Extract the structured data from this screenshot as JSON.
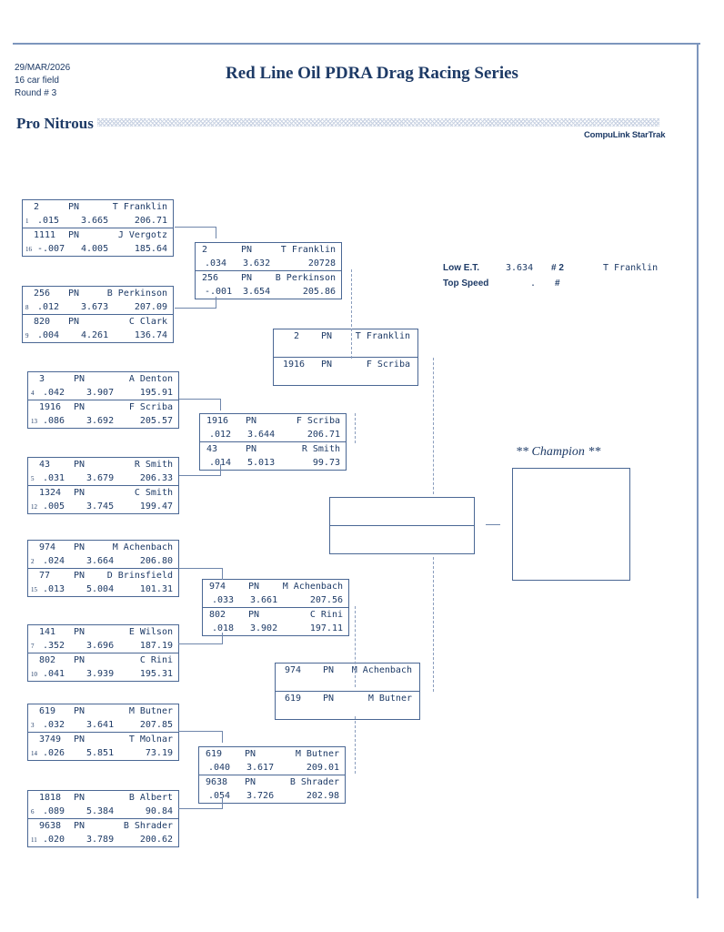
{
  "header": {
    "date": "29/MAR/2026",
    "field": "16 car field",
    "round": "Round # 3",
    "title": "Red Line Oil PDRA Drag Racing Series",
    "class_name": "Pro Nitrous",
    "brand": "CompuLink StarTrak"
  },
  "stats": {
    "low_et_label": "Low  E.T.",
    "low_et_value": "3.634",
    "low_et_car": "# 2",
    "low_et_driver": "T Franklin",
    "top_speed_label": "Top Speed",
    "top_speed_value": ".",
    "top_speed_car": "#"
  },
  "champion": {
    "label": "** Champion **",
    "name": ""
  },
  "round1": [
    {
      "top": {
        "seed": "1",
        "car": "2",
        "cls": "PN",
        "driver": "T Franklin",
        "rt": ".015",
        "et": "3.665",
        "mph": "206.71"
      },
      "bot": {
        "seed": "16",
        "car": "1111",
        "cls": "PN",
        "driver": "J Vergotz",
        "rt": "-.007",
        "et": "4.005",
        "mph": "185.64"
      }
    },
    {
      "top": {
        "seed": "8",
        "car": "256",
        "cls": "PN",
        "driver": "B Perkinson",
        "rt": ".012",
        "et": "3.673",
        "mph": "207.09"
      },
      "bot": {
        "seed": "9",
        "car": "820",
        "cls": "PN",
        "driver": "C Clark",
        "rt": ".004",
        "et": "4.261",
        "mph": "136.74"
      }
    },
    {
      "top": {
        "seed": "4",
        "car": "3",
        "cls": "PN",
        "driver": "A Denton",
        "rt": ".042",
        "et": "3.907",
        "mph": "195.91"
      },
      "bot": {
        "seed": "13",
        "car": "1916",
        "cls": "PN",
        "driver": "F Scriba",
        "rt": ".086",
        "et": "3.692",
        "mph": "205.57"
      }
    },
    {
      "top": {
        "seed": "5",
        "car": "43",
        "cls": "PN",
        "driver": "R Smith",
        "rt": ".031",
        "et": "3.679",
        "mph": "206.33"
      },
      "bot": {
        "seed": "12",
        "car": "1324",
        "cls": "PN",
        "driver": "C Smith",
        "rt": ".005",
        "et": "3.745",
        "mph": "199.47"
      }
    },
    {
      "top": {
        "seed": "2",
        "car": "974",
        "cls": "PN",
        "driver": "M Achenbach",
        "rt": ".024",
        "et": "3.664",
        "mph": "206.80"
      },
      "bot": {
        "seed": "15",
        "car": "77",
        "cls": "PN",
        "driver": "D Brinsfield",
        "rt": ".013",
        "et": "5.004",
        "mph": "101.31"
      }
    },
    {
      "top": {
        "seed": "7",
        "car": "141",
        "cls": "PN",
        "driver": "E Wilson",
        "rt": ".352",
        "et": "3.696",
        "mph": "187.19"
      },
      "bot": {
        "seed": "10",
        "car": "802",
        "cls": "PN",
        "driver": "C Rini",
        "rt": ".041",
        "et": "3.939",
        "mph": "195.31"
      }
    },
    {
      "top": {
        "seed": "3",
        "car": "619",
        "cls": "PN",
        "driver": "M Butner",
        "rt": ".032",
        "et": "3.641",
        "mph": "207.85"
      },
      "bot": {
        "seed": "14",
        "car": "3749",
        "cls": "PN",
        "driver": "T Molnar",
        "rt": ".026",
        "et": "5.851",
        "mph": "73.19"
      }
    },
    {
      "top": {
        "seed": "6",
        "car": "1818",
        "cls": "PN",
        "driver": "B Albert",
        "rt": ".089",
        "et": "5.384",
        "mph": "90.84"
      },
      "bot": {
        "seed": "11",
        "car": "9638",
        "cls": "PN",
        "driver": "B Shrader",
        "rt": ".020",
        "et": "3.789",
        "mph": "200.62"
      }
    }
  ],
  "round2": [
    {
      "top": {
        "car": "2",
        "cls": "PN",
        "driver": "T Franklin",
        "rt": ".034",
        "et": "3.632",
        "mph": "20728"
      },
      "bot": {
        "car": "256",
        "cls": "PN",
        "driver": "B Perkinson",
        "rt": "-.001",
        "et": "3.654",
        "mph": "205.86"
      }
    },
    {
      "top": {
        "car": "1916",
        "cls": "PN",
        "driver": "F Scriba",
        "rt": ".012",
        "et": "3.644",
        "mph": "206.71"
      },
      "bot": {
        "car": "43",
        "cls": "PN",
        "driver": "R Smith",
        "rt": ".014",
        "et": "5.013",
        "mph": "99.73"
      }
    },
    {
      "top": {
        "car": "974",
        "cls": "PN",
        "driver": "M Achenbach",
        "rt": ".033",
        "et": "3.661",
        "mph": "207.56"
      },
      "bot": {
        "car": "802",
        "cls": "PN",
        "driver": "C Rini",
        "rt": ".018",
        "et": "3.902",
        "mph": "197.11"
      }
    },
    {
      "top": {
        "car": "619",
        "cls": "PN",
        "driver": "M Butner",
        "rt": ".040",
        "et": "3.617",
        "mph": "209.01"
      },
      "bot": {
        "car": "9638",
        "cls": "PN",
        "driver": "B Shrader",
        "rt": ".054",
        "et": "3.726",
        "mph": "202.98"
      }
    }
  ],
  "semis": [
    {
      "top": {
        "car": "2",
        "cls": "PN",
        "driver": "T Franklin"
      },
      "bot": {
        "car": "1916",
        "cls": "PN",
        "driver": "F Scriba"
      }
    },
    {
      "top": {
        "car": "974",
        "cls": "PN",
        "driver": "M Achenbach"
      },
      "bot": {
        "car": "619",
        "cls": "PN",
        "driver": "M Butner"
      }
    }
  ],
  "final": {
    "top": {
      "car": "",
      "driver": ""
    },
    "bot": {
      "car": "",
      "driver": ""
    }
  }
}
